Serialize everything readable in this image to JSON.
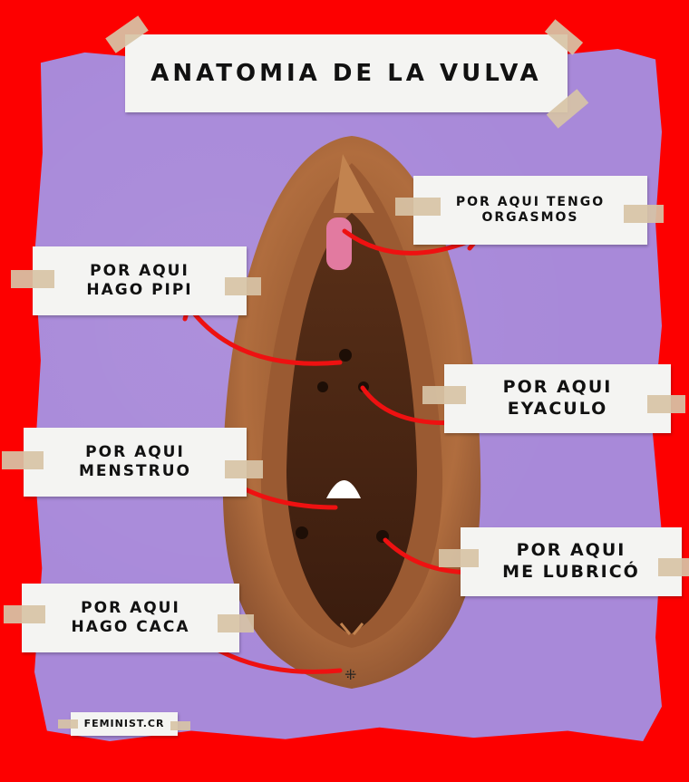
{
  "poster": {
    "title": "ANATOMIA DE LA VULVA",
    "brand": "FEMINIST.CR",
    "colors": {
      "background_red": "#fd0000",
      "paper_purple": "#a889d9",
      "note_white": "#f4f4f2",
      "tape_beige": "#d7c3a6",
      "arrow_red": "#ee1111",
      "model_brown": "#a8663a"
    }
  },
  "labels": [
    {
      "line1": "POR AQUI TENGO",
      "line2": "ORGASMOS"
    },
    {
      "line1": "POR AQUI",
      "line2": "HAGO PIPI"
    },
    {
      "line1": "POR AQUI",
      "line2": "EYACULO"
    },
    {
      "line1": "POR AQUI",
      "line2": "MENSTRUO"
    },
    {
      "line1": "POR AQUI",
      "line2": "ME LUBRICÓ"
    },
    {
      "line1": "POR AQUI",
      "line2": "HAGO CACA"
    }
  ]
}
